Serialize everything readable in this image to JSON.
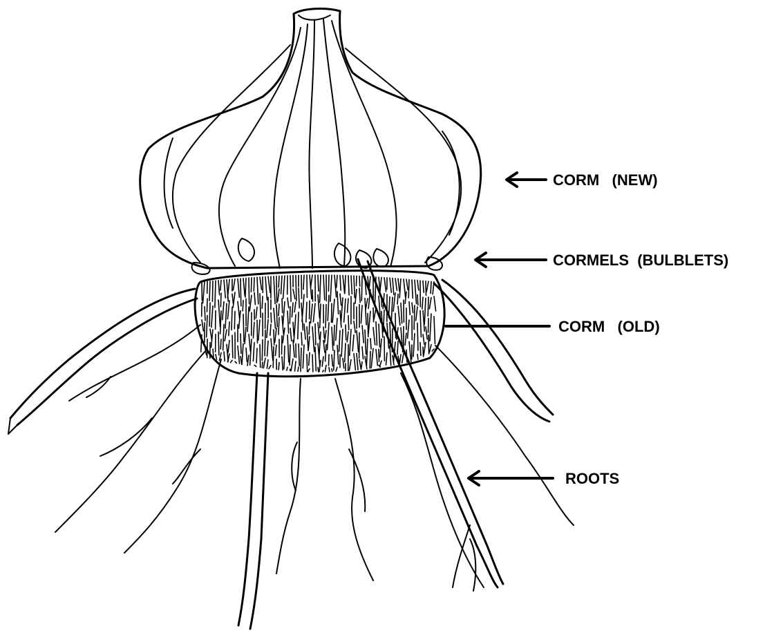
{
  "labels": {
    "corm_new": "CORM   (NEW)",
    "cormels": "CORMELS  (BULBLETS)",
    "corm_old": "CORM   (OLD)",
    "roots": "ROOTS"
  },
  "colors": {
    "ink": "#000000",
    "background": "#ffffff"
  }
}
